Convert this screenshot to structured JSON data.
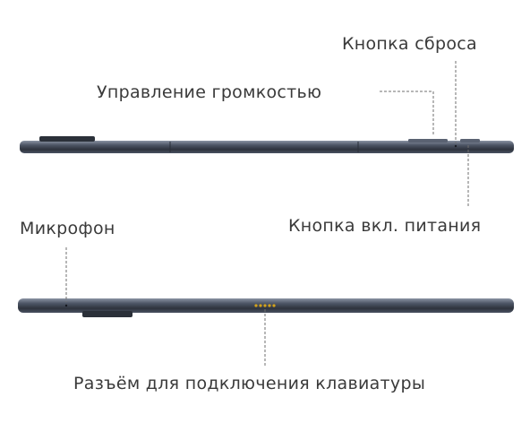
{
  "labels": {
    "reset_button": "Кнопка сброса",
    "volume_control": "Управление громкостью",
    "power_button": "Кнопка вкл. питания",
    "microphone": "Микрофон",
    "keyboard_connector": "Разъём для подключения клавиатуры"
  },
  "colors": {
    "body": "#4a5262",
    "body_highlight": "#7a8394",
    "body_shadow": "#262b35",
    "leader": "#6f6f6f",
    "connector": "#d3a21a",
    "text": "#3a3a3a"
  }
}
